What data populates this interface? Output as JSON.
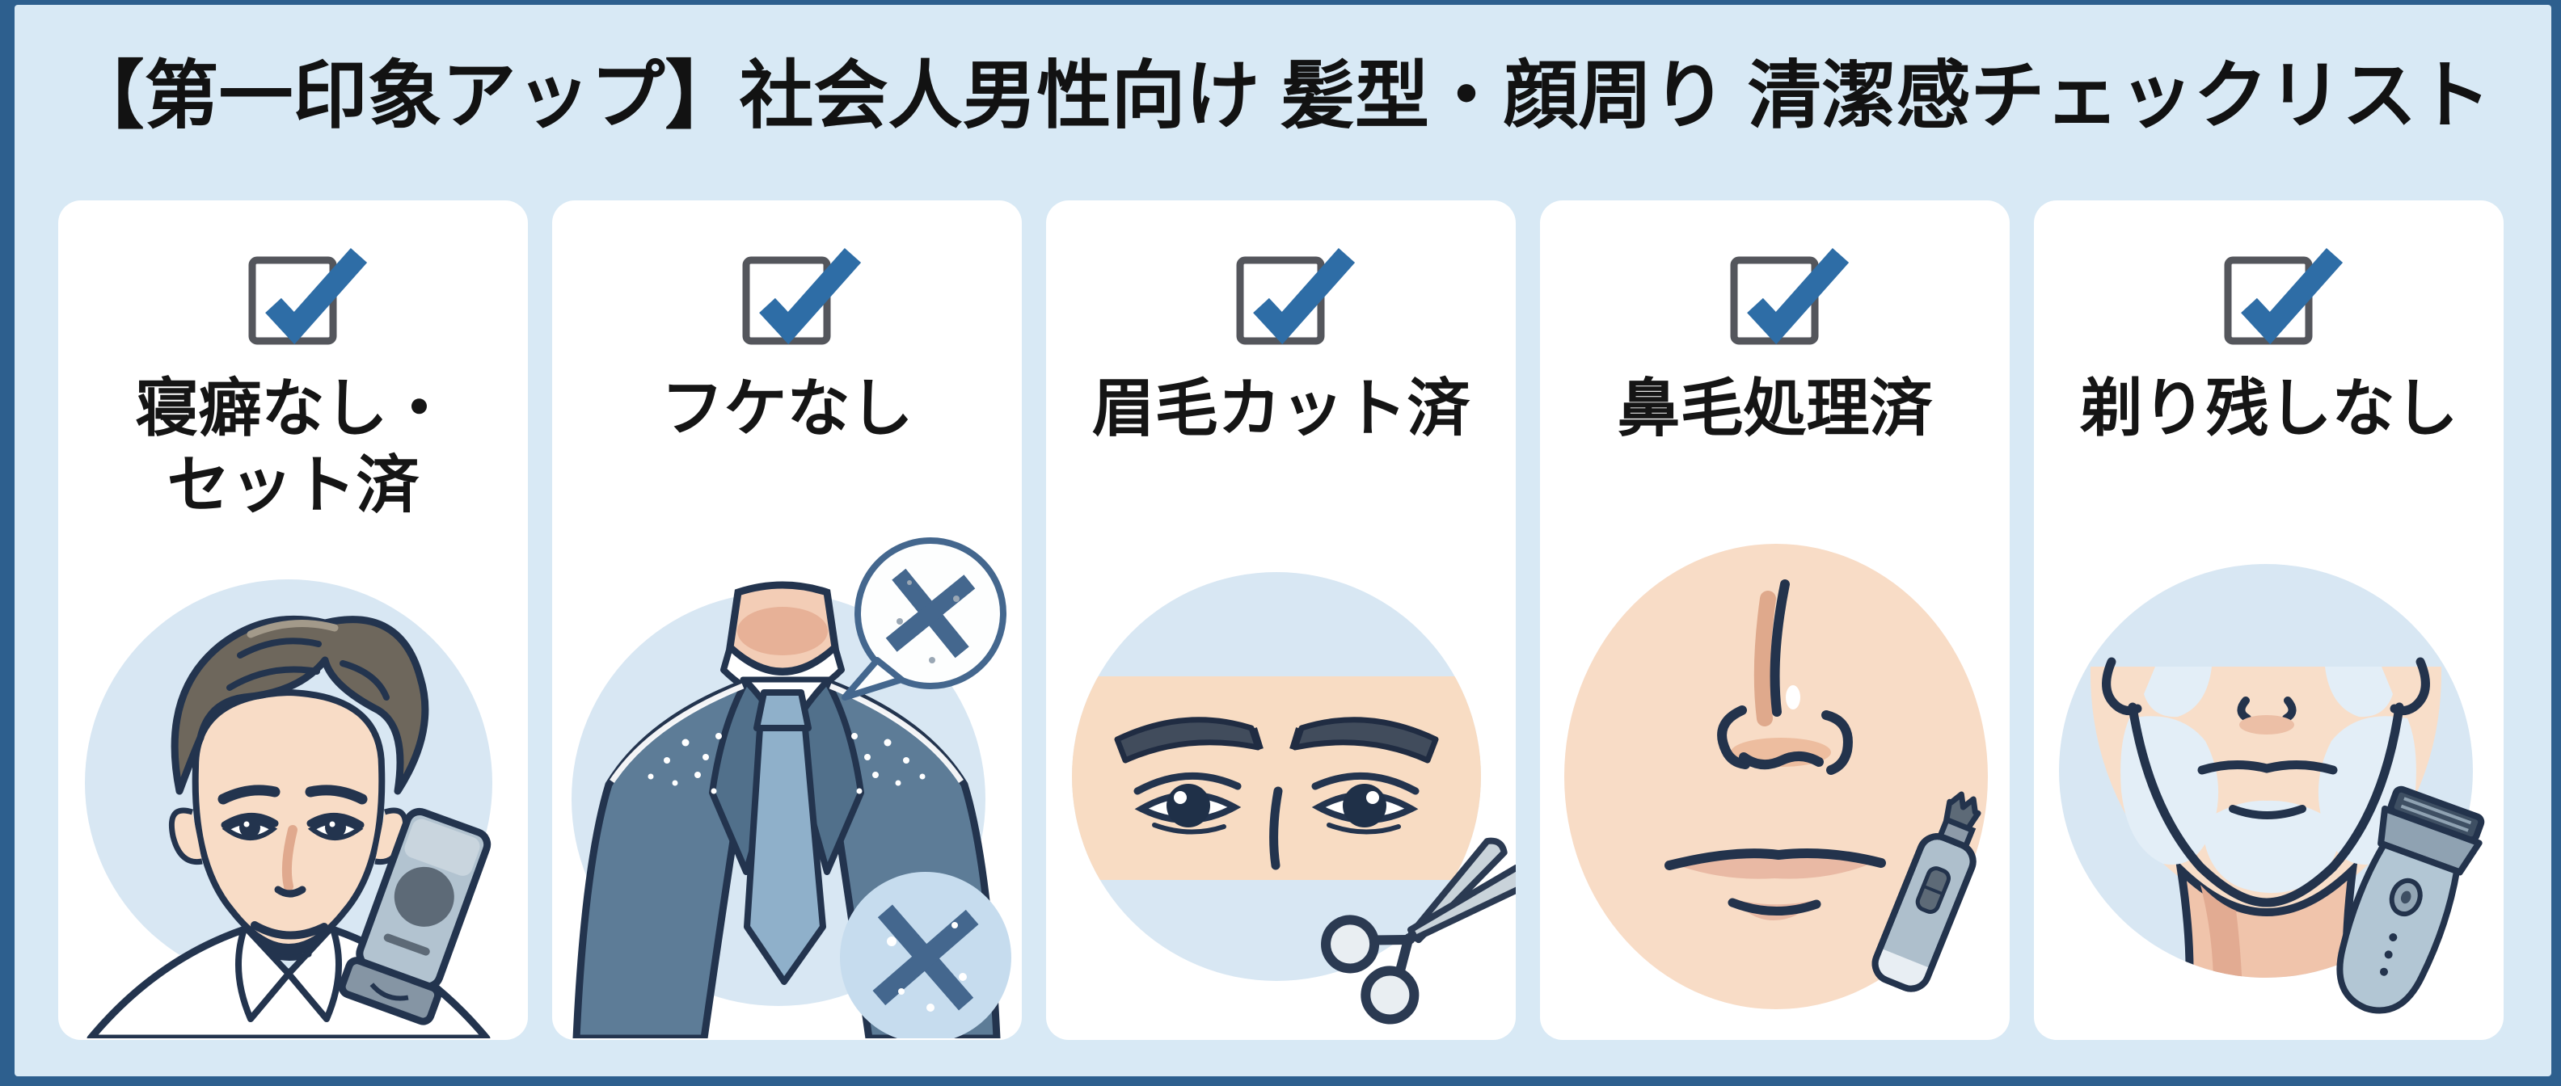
{
  "frame": {
    "border_color": "#2d5f8e",
    "background_color": "#d8e9f5",
    "card_background": "#ffffff"
  },
  "title": "【第一印象アップ】社会人男性向け 髪型・顔周り 清潔感チェックリスト",
  "checkbox": {
    "state": "checked",
    "check_color": "#2e6da6",
    "box_color": "#54565c"
  },
  "accent_colors": {
    "illustration_circle": "#d8e7f3",
    "skin": "#f8dcc6",
    "outline_navy": "#23344e",
    "suit_blue": "#5d7c97",
    "cross_mark_blue": "#44678e"
  },
  "cards": [
    {
      "label": "寝癖なし・\nセット済",
      "checked": true,
      "illustration": "man-with-styled-hair-and-hair-wax-tube"
    },
    {
      "label": "フケなし",
      "checked": true,
      "illustration": "suit-shoulders-dandruff-crossed-out"
    },
    {
      "label": "眉毛カット済",
      "checked": true,
      "illustration": "trimmed-eyebrows-with-scissors"
    },
    {
      "label": "鼻毛処理済",
      "checked": true,
      "illustration": "nose-and-lips-with-nose-trimmer"
    },
    {
      "label": "剃り残しなし",
      "checked": true,
      "illustration": "clean-shaven-jaw-with-electric-shaver"
    }
  ]
}
